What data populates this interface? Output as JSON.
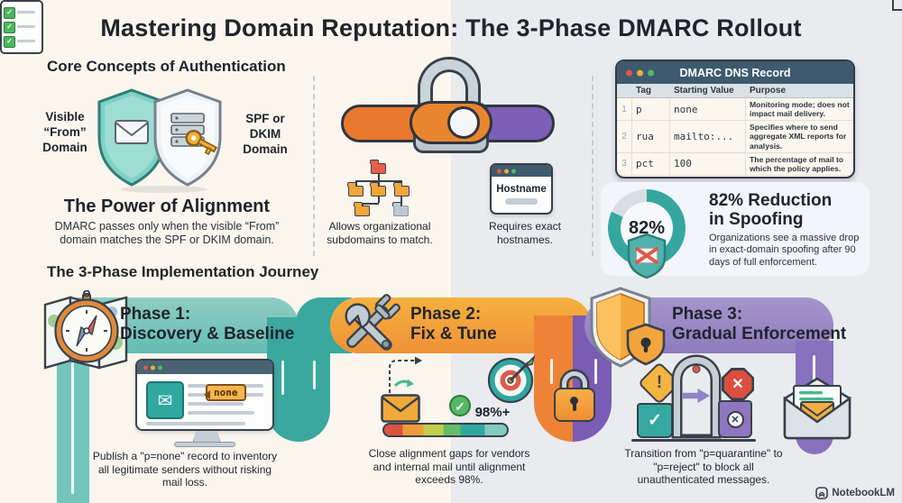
{
  "title": "Mastering Domain Reputation: The 3-Phase DMARC Rollout",
  "core": {
    "heading": "Core Concepts of Authentication",
    "left_label": "Visible\n“From”\nDomain",
    "right_label": "SPF or\nDKIM\nDomain",
    "subheading": "The Power of Alignment",
    "body": "DMARC passes only when the visible “From” domain matches the SPF or DKIM domain."
  },
  "modes": {
    "relaxed_caption": "Allows organizational subdomains to match.",
    "strict_caption": "Requires exact hostnames.",
    "hostname_label": "Hostname"
  },
  "dns": {
    "title": "DMARC DNS Record",
    "col_tag": "Tag",
    "col_value": "Starting Value",
    "col_purpose": "Purpose",
    "rows": [
      {
        "num": "1",
        "tag": "p",
        "value": "none",
        "purpose": "Monitoring mode; does not impact mail delivery."
      },
      {
        "num": "2",
        "tag": "rua",
        "value": "mailto:...",
        "purpose": "Specifies where to send aggregate XML reports for analysis."
      },
      {
        "num": "3",
        "tag": "pct",
        "value": "100",
        "purpose": "The percentage of mail to which the policy applies."
      }
    ]
  },
  "stat": {
    "value": "82%",
    "heading_line1": "82% Reduction",
    "heading_line2": "in Spoofing",
    "body": "Organizations see a massive drop in exact-domain spoofing after 90 days of full enforcement."
  },
  "journey": {
    "heading": "The 3-Phase Implementation Journey",
    "phases": [
      {
        "title": "Phase 1:",
        "subtitle": "Discovery & Baseline",
        "tag": "none",
        "caption": "Publish a \"p=none\" record to inventory all legitimate senders without risking mail loss."
      },
      {
        "title": "Phase 2:",
        "subtitle": "Fix & Tune",
        "metric": "98%+",
        "caption": "Close alignment gaps for vendors and internal mail until alignment exceeds 98%."
      },
      {
        "title": "Phase 3:",
        "subtitle": "Gradual Enforcement",
        "caption": "Transition from \"p=quarantine\" to \"p=reject\" to block all unauthenticated messages."
      }
    ]
  },
  "footer": {
    "brand": "NotebookLM"
  },
  "colors": {
    "bg_left": "#faf6ee",
    "bg_right": "#e9ebef",
    "teal": "#3aa89f",
    "teal_light": "#8fcdc4",
    "orange": "#ee9238",
    "purple": "#8e7bbe",
    "accent_red": "#dc4f40",
    "accent_green": "#53b968",
    "dns_header": "#3d5a6e",
    "donut": "#36a79f"
  }
}
